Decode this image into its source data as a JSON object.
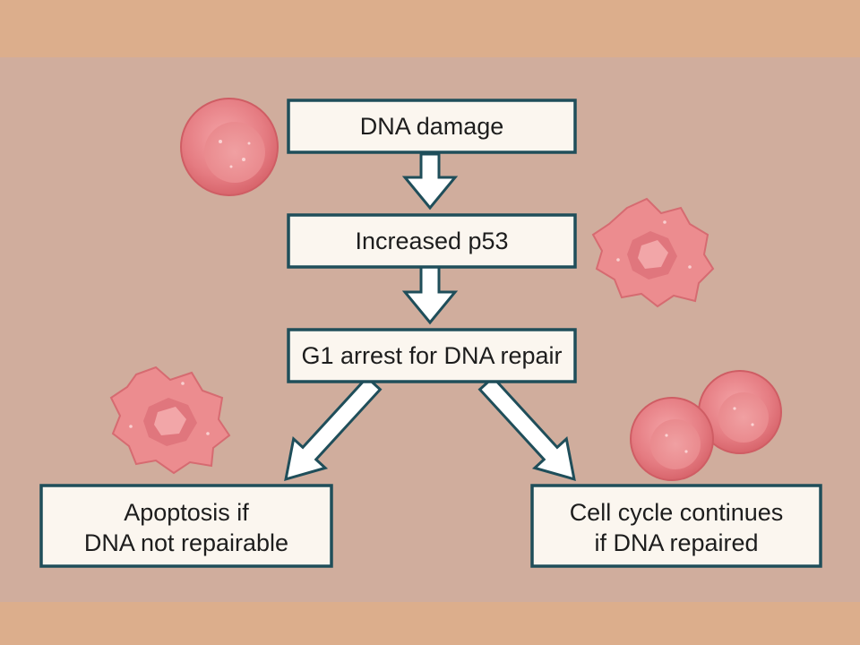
{
  "flowchart": {
    "step_1": "DNA damage",
    "step_2": "Increased p53",
    "step_3": "G1 arrest for DNA repair",
    "outcome_left": {
      "line_1": "Apoptosis if",
      "line_2": "DNA not repairable"
    },
    "outcome_right": {
      "line_1": "Cell cycle continues",
      "line_2": "if DNA repaired"
    }
  },
  "illustrations": {
    "healthy_cell_color": "#e57c82",
    "apoptotic_cell_color": "#e8878a",
    "cells": [
      "healthy-cell",
      "apoptotic-cell",
      "apoptotic-cell",
      "healthy-cell",
      "healthy-cell"
    ]
  },
  "colors": {
    "band": "#dcae8c",
    "panel": "#d0ad9d",
    "box_border": "#1f4e5a",
    "box_fill": "#fbf6ef",
    "arrow_fill": "#ffffff"
  }
}
